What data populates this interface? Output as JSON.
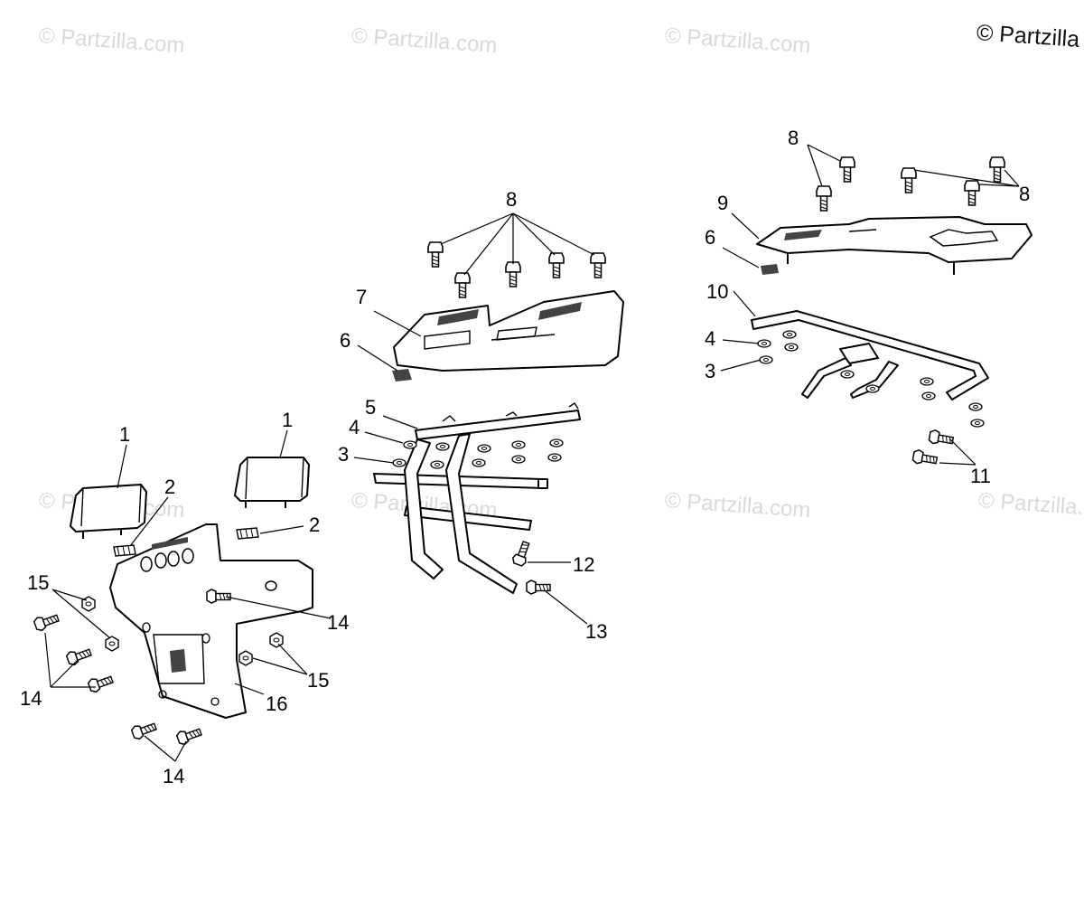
{
  "watermarks": [
    "© Partzilla.com",
    "© Partzilla.com",
    "© Partzilla.com",
    "© Partzilla.com",
    "© Partzilla.com",
    "© Partzilla.com",
    "© Partzilla.com"
  ],
  "copyright": "© Partzilla",
  "callouts": {
    "left_1a": "1",
    "left_1b": "1",
    "left_2a": "2",
    "left_2b": "2",
    "left_15a": "15",
    "left_15b": "15",
    "left_14a": "14",
    "left_14b": "14",
    "left_14c": "14",
    "left_16": "16",
    "mid_8": "8",
    "mid_7": "7",
    "mid_6": "6",
    "mid_5": "5",
    "mid_4": "4",
    "mid_3": "3",
    "mid_12": "12",
    "mid_13": "13",
    "right_8a": "8",
    "right_8b": "8",
    "right_9": "9",
    "right_6": "6",
    "right_10": "10",
    "right_4": "4",
    "right_3": "3",
    "right_11": "11"
  }
}
